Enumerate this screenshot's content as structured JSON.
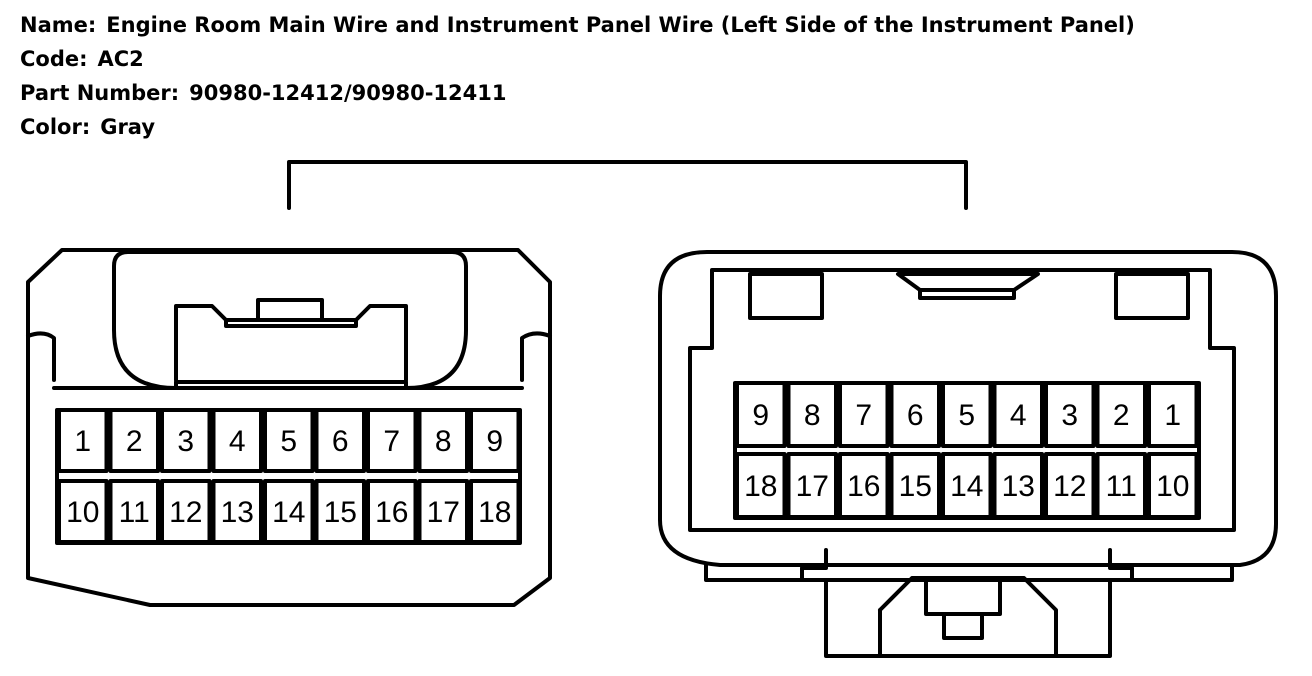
{
  "info": {
    "name_label": "Name:",
    "name_value": "Engine Room Main Wire and Instrument Panel Wire (Left Side of the Instrument Panel)",
    "code_label": "Code:",
    "code_value": "AC2",
    "part_label": "Part Number:",
    "part_value": "90980-12412/90980-12411",
    "color_label": "Color:",
    "color_value": "Gray"
  },
  "left_connector": {
    "top_row": [
      "1",
      "2",
      "3",
      "4",
      "5",
      "6",
      "7",
      "8",
      "9"
    ],
    "bottom_row": [
      "10",
      "11",
      "12",
      "13",
      "14",
      "15",
      "16",
      "17",
      "18"
    ]
  },
  "right_connector": {
    "top_row": [
      "9",
      "8",
      "7",
      "6",
      "5",
      "4",
      "3",
      "2",
      "1"
    ],
    "bottom_row": [
      "18",
      "17",
      "16",
      "15",
      "14",
      "13",
      "12",
      "11",
      "10"
    ]
  }
}
